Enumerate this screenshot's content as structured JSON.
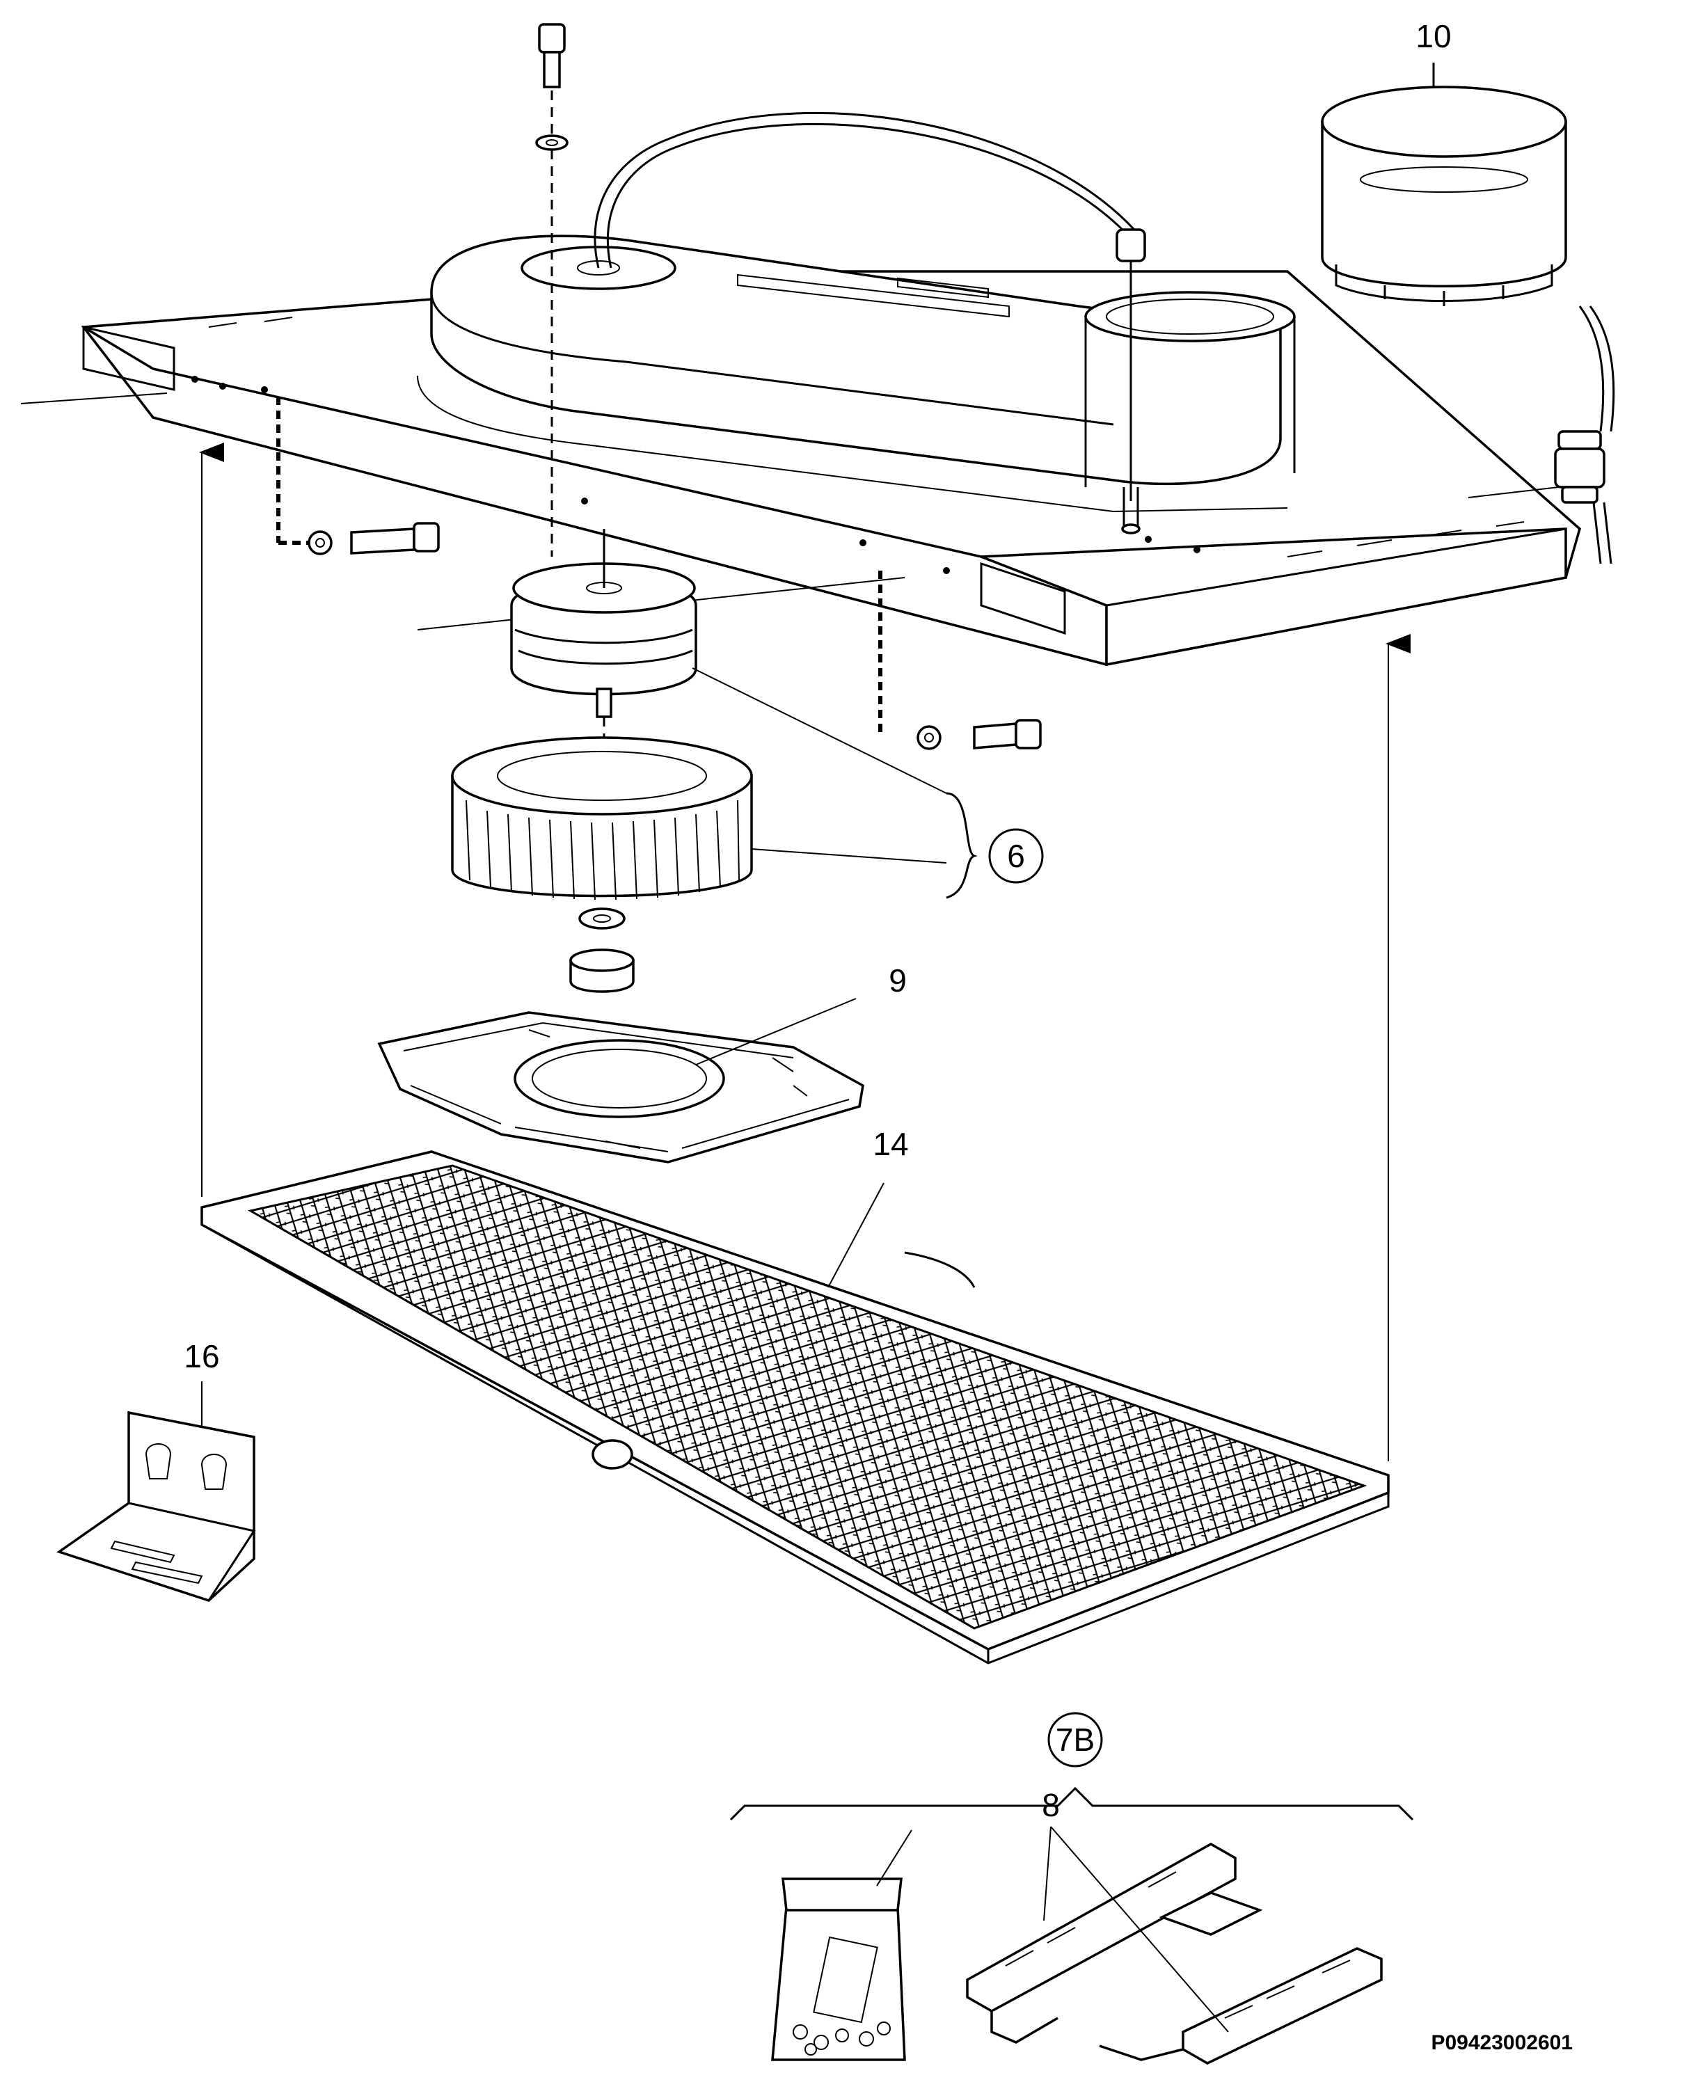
{
  "diagram": {
    "document_code": "P09423002601",
    "callouts": {
      "hood_collar": "10",
      "motor_fan_assembly": "6",
      "motor_support_plate": "9",
      "grease_filter": "14",
      "wall_bracket": "16",
      "fitting_kit": "7B",
      "mounting_brackets": "8"
    }
  }
}
